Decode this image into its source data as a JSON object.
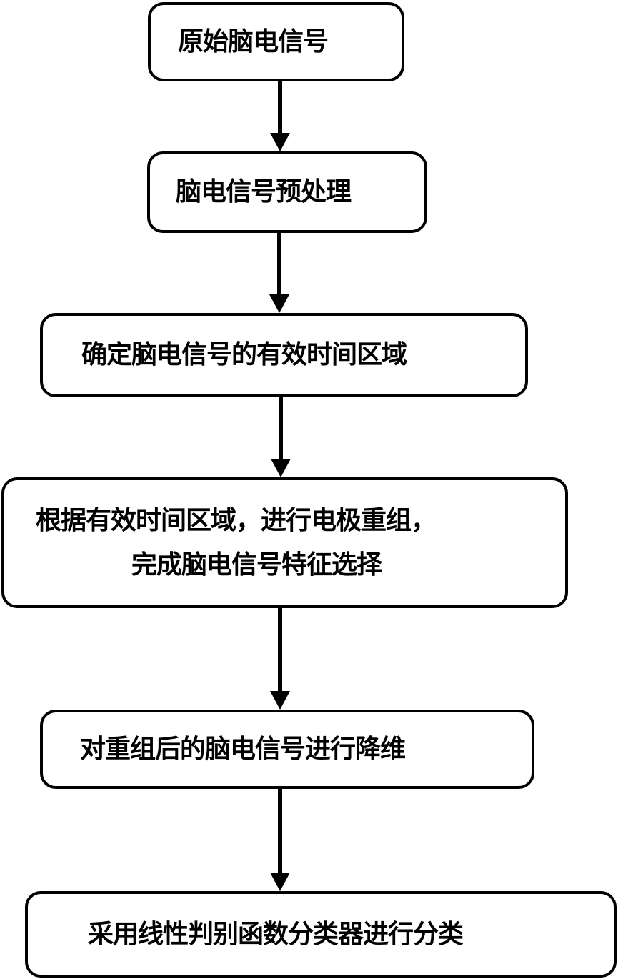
{
  "flowchart": {
    "steps": [
      {
        "lines": [
          "原始脑电信号"
        ]
      },
      {
        "lines": [
          "脑电信号预处理"
        ]
      },
      {
        "lines": [
          "确定脑电信号的有效时间区域"
        ]
      },
      {
        "lines": [
          "根据有效时间区域，进行电极重组，",
          "完成脑电信号特征选择"
        ]
      },
      {
        "lines": [
          "对重组后的脑电信号进行降维"
        ]
      },
      {
        "lines": [
          "采用线性判别函数分类器进行分类"
        ]
      }
    ],
    "colors": {
      "stroke": "#000000",
      "fill": "#ffffff",
      "text": "#000000"
    }
  }
}
